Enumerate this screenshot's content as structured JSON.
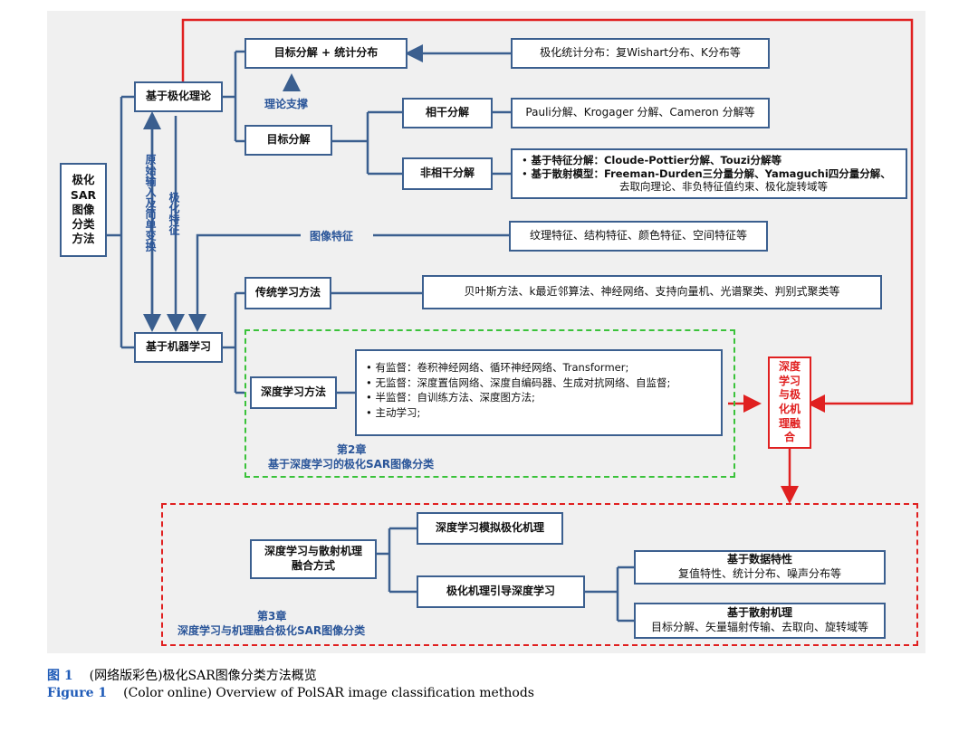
{
  "diagram": {
    "root": "极化SAR图像分类方法",
    "nodes": {
      "polarization_theory": "基于极化理论",
      "target_stat": "目标分解 + 统计分布",
      "stat_dist": "极化统计分布：复Wishart分布、K分布等",
      "theory_support": "理论支撑",
      "target_decomp": "目标分解",
      "coherent": "相干分解",
      "coherent_detail": "Pauli分解、Krogager 分解、Cameron 分解等",
      "incoherent": "非相干分解",
      "incoherent_detail": [
        "基于特征分解：Cloude-Pottier分解、Touzi分解等",
        "基于散射模型：Freeman-Durden三分量分解、Yamaguchi四分量分解、",
        "去取向理论、非负特征值约束、极化旋转域等"
      ],
      "raw_input": "原始输入及简单变换",
      "polar_feature": "极化特征",
      "image_feature": "图像特征",
      "image_feature_detail": "纹理特征、结构特征、颜色特征、空间特征等",
      "machine_learning": "基于机器学习",
      "traditional": "传统学习方法",
      "traditional_detail": "贝叶斯方法、k最近邻算法、神经网络、支持向量机、光谱聚类、判别式聚类等",
      "deep": "深度学习方法",
      "deep_detail": [
        "有监督：卷积神经网络、循环神经网络、Transformer;",
        "无监督：深度置信网络、深度自编码器、生成对抗网络、自监督;",
        "半监督：自训练方法、深度图方法;",
        "主动学习;"
      ],
      "chapter2": [
        "第2章",
        "基于深度学习的极化SAR图像分类"
      ],
      "fusion": "深度学习与极化机理融合",
      "fusion_mode": "深度学习与散射机理融合方式",
      "simulate": "深度学习模拟极化机理",
      "guide": "极化机理引导深度学习",
      "data_char_title": "基于数据特性",
      "data_char_detail": "复值特性、统计分布、噪声分布等",
      "scatter_title": "基于散射机理",
      "scatter_detail": "目标分解、矢量辐射传输、去取向、旋转域等",
      "chapter3": [
        "第3章",
        "深度学习与机理融合极化SAR图像分类"
      ]
    }
  },
  "caption": {
    "cn_label": "图 1",
    "cn_text": "(网络版彩色)极化SAR图像分类方法概览",
    "en_label": "Figure 1",
    "en_text": "(Color online) Overview of PolSAR image classification methods"
  },
  "colors": {
    "box_border": "#3b5f8f",
    "accent_blue": "#2a5599",
    "red": "#e02020",
    "green": "#3ac23a"
  }
}
